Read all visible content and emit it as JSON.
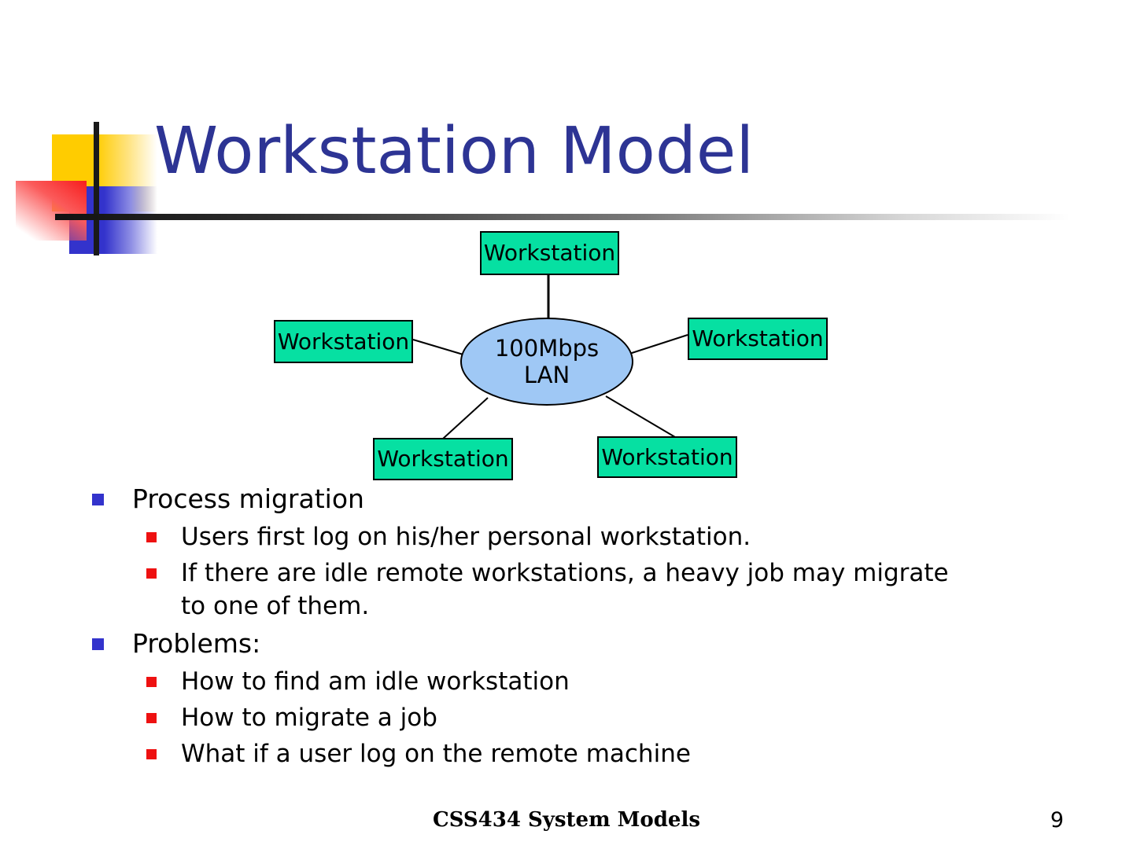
{
  "slide": {
    "title": "Workstation Model",
    "title_color": "#2d3494",
    "background": "#ffffff"
  },
  "logo": {
    "yellow": "#ffcc00",
    "red": "#f71d1d",
    "blue": "#3333cc",
    "bar": "#1a1a1a"
  },
  "diagram": {
    "type": "star-network",
    "node_fill": "#06e0a2",
    "hub_fill": "#9fc8f5",
    "stroke": "#000000",
    "hub": {
      "label_line1": "100Mbps",
      "label_line2": "LAN"
    },
    "nodes": [
      {
        "id": "ws-top",
        "label": "Workstation"
      },
      {
        "id": "ws-left",
        "label": "Workstation"
      },
      {
        "id": "ws-right",
        "label": "Workstation"
      },
      {
        "id": "ws-bottom-left",
        "label": "Workstation"
      },
      {
        "id": "ws-bottom-right",
        "label": "Workstation"
      }
    ]
  },
  "content": {
    "bullet_color_level1": "#3333cc",
    "bullet_color_level2": "#ee1111",
    "items": [
      {
        "level": 1,
        "text": "Process migration"
      },
      {
        "level": 2,
        "text": "Users first log on his/her personal workstation."
      },
      {
        "level": 2,
        "text": "If there are idle remote workstations, a heavy job may migrate to one of them."
      },
      {
        "level": 1,
        "text": "Problems:"
      },
      {
        "level": 2,
        "text": "How to find am idle workstation"
      },
      {
        "level": 2,
        "text": "How to migrate a job"
      },
      {
        "level": 2,
        "text": "What if a user log on the remote machine"
      }
    ]
  },
  "footer": {
    "title": "CSS434 System Models",
    "page_number": "9"
  }
}
